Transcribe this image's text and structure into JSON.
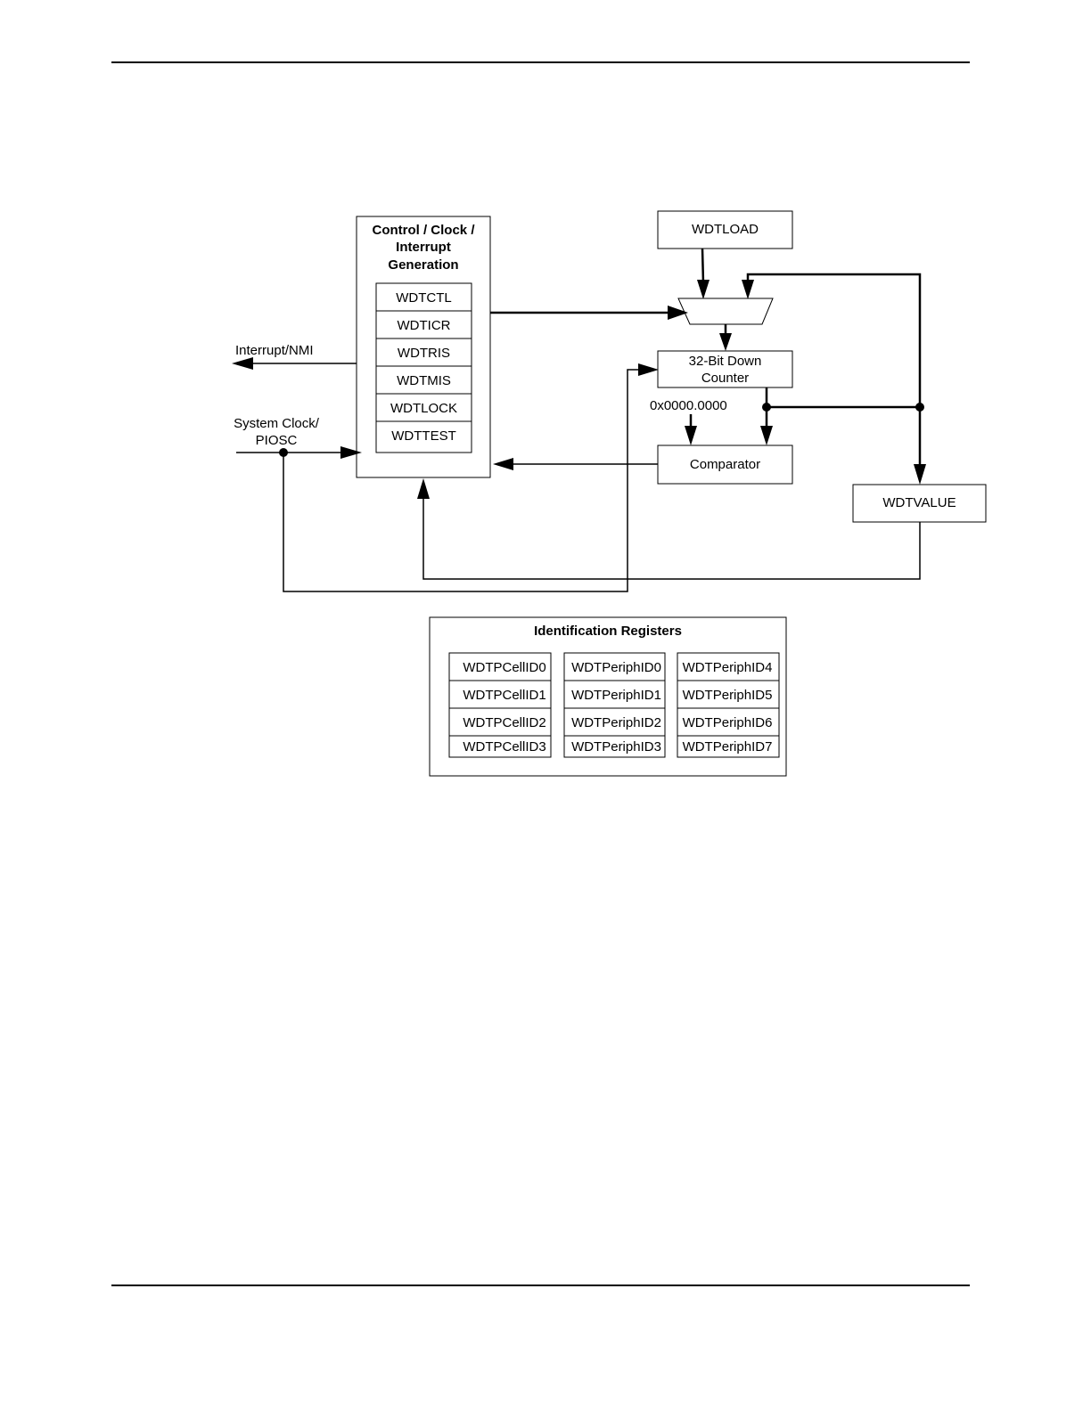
{
  "control_block": {
    "title_lines": [
      "Control / Clock /",
      "Interrupt",
      "Generation"
    ],
    "registers": [
      "WDTCTL",
      "WDTICR",
      "WDTRIS",
      "WDTMIS",
      "WDTLOCK",
      "WDTTEST"
    ]
  },
  "labels": {
    "interrupt": "Interrupt/NMI",
    "sysclk_line1": "System Clock/",
    "sysclk_line2": "PIOSC",
    "zero_value": "0x0000.0000"
  },
  "blocks": {
    "wdtload": "WDTLOAD",
    "counter_line1": "32-Bit Down",
    "counter_line2": "Counter",
    "comparator": "Comparator",
    "wdtvalue": "WDTVALUE"
  },
  "id_registers": {
    "title": "Identification Registers",
    "columns": [
      [
        "WDTPCellID0",
        "WDTPCellID1",
        "WDTPCellID2",
        "WDTPCellID3"
      ],
      [
        "WDTPeriphID0",
        "WDTPeriphID1",
        "WDTPeriphID2",
        "WDTPeriphID3"
      ],
      [
        "WDTPeriphID4",
        "WDTPeriphID5",
        "WDTPeriphID6",
        "WDTPeriphID7"
      ]
    ]
  }
}
